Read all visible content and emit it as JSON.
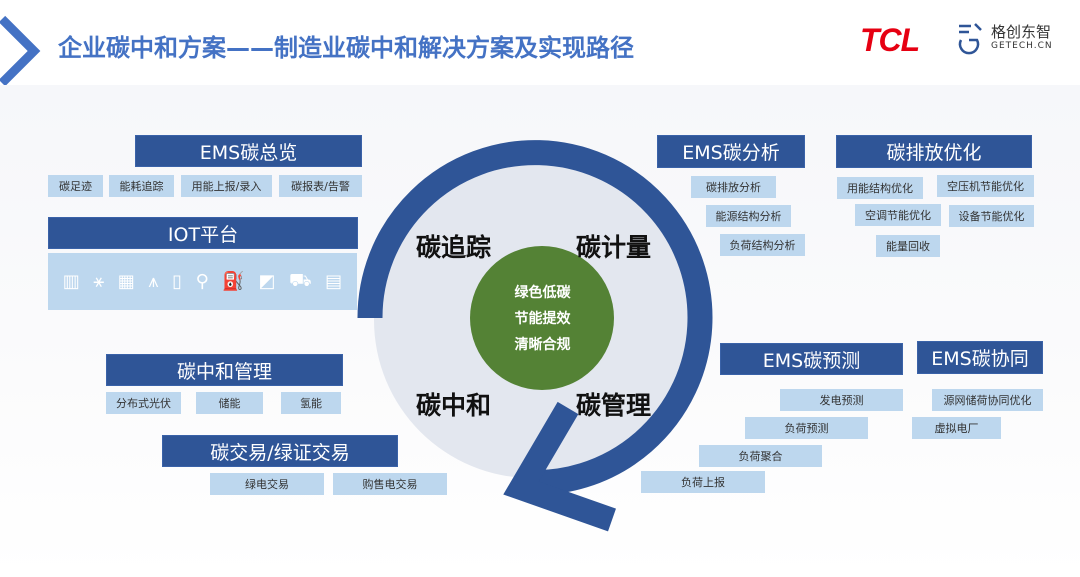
{
  "header": {
    "title": "企业碳中和方案——制造业碳中和解决方案及实现路径",
    "logo_tcl": "TCL",
    "logo_getech_cn": "格创东智",
    "logo_getech_en": "GETECH.CN"
  },
  "left": {
    "ems_overview": {
      "title": "EMS碳总览",
      "items": [
        "碳足迹",
        "能耗追踪",
        "用能上报/录入",
        "碳报表/告警"
      ]
    },
    "iot": {
      "title": "IOT平台",
      "icons": [
        "factory-icon",
        "wind-turbine-icon",
        "solar-panel-icon",
        "power-tower-icon",
        "gas-cylinders-icon",
        "street-lamp-icon",
        "fuel-pump-icon",
        "meter-icon",
        "truck-icon",
        "building-icon"
      ]
    },
    "neutral_mgmt": {
      "title": "碳中和管理",
      "items": [
        "分布式光伏",
        "储能",
        "氢能"
      ]
    },
    "trading": {
      "title": "碳交易/绿证交易",
      "items": [
        "绿电交易",
        "购售电交易"
      ]
    }
  },
  "cycle": {
    "quadrants": [
      "碳追踪",
      "碳计量",
      "碳中和",
      "碳管理"
    ],
    "center": [
      "绿色低碳",
      "节能提效",
      "清晰合规"
    ]
  },
  "right": {
    "ems_analysis": {
      "title": "EMS碳分析",
      "items": [
        "碳排放分析",
        "能源结构分析",
        "负荷结构分析"
      ]
    },
    "emission_opt": {
      "title": "碳排放优化",
      "items": [
        "用能结构优化",
        "空压机节能优化",
        "空调节能优化",
        "设备节能优化",
        "能量回收"
      ]
    },
    "ems_forecast": {
      "title": "EMS碳预测",
      "items": [
        "发电预测",
        "负荷预测",
        "负荷聚合",
        "负荷上报"
      ]
    },
    "ems_synergy": {
      "title": "EMS碳协同",
      "items": [
        "源网储荷协同优化",
        "虚拟电厂"
      ]
    }
  },
  "colors": {
    "dark_blue": "#2F5597",
    "light_blue": "#BDD7EE",
    "green": "#548235",
    "title_blue": "#4472C4",
    "tcl_red": "#e60012"
  }
}
